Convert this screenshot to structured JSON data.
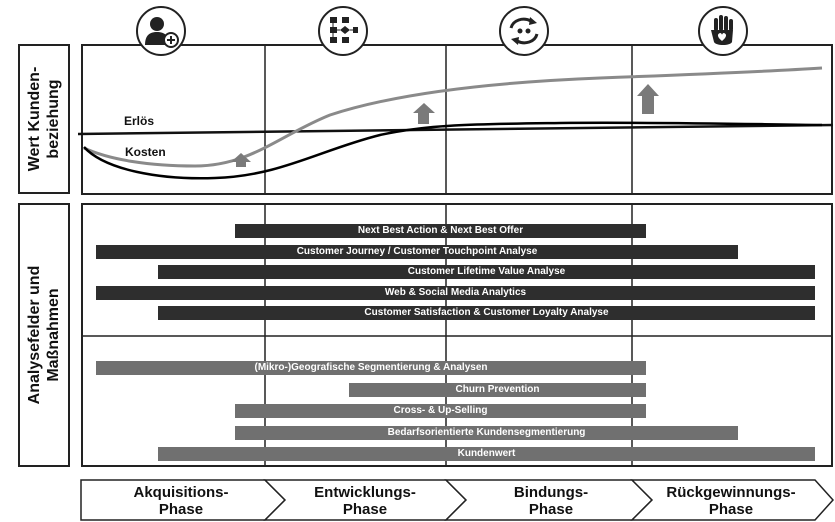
{
  "sections": {
    "top_label": "Wert Kunden-\nbeziehung",
    "bottom_label": "Analysefelder und\nMaßnahmen"
  },
  "curves": {
    "revenue_label": "Erlös",
    "cost_label": "Kosten"
  },
  "icons": [
    "add-user-icon",
    "process-flow-icon",
    "cycle-arrows-icon",
    "heart-hand-icon"
  ],
  "bars_dark": [
    {
      "label": "Next Best Action & Next Best Offer"
    },
    {
      "label": "Customer Journey / Customer Touchpoint Analyse"
    },
    {
      "label": "Customer Lifetime Value Analyse"
    },
    {
      "label": "Web & Social Media Analytics"
    },
    {
      "label": "Customer Satisfaction & Customer Loyalty Analyse"
    }
  ],
  "bars_grey": [
    {
      "label": "(Mikro-)Geografische Segmentierung & Analysen"
    },
    {
      "label": "Churn Prevention"
    },
    {
      "label": "Cross- & Up-Selling"
    },
    {
      "label": "Bedarfsorientierte Kundensegmentierung"
    },
    {
      "label": "Kundenwert"
    }
  ],
  "phases": [
    {
      "label": "Akquisitions-\nPhase"
    },
    {
      "label": "Entwicklungs-\nPhase"
    },
    {
      "label": "Bindungs-\nPhase"
    },
    {
      "label": "Rückgewinnungs-\nPhase"
    }
  ]
}
